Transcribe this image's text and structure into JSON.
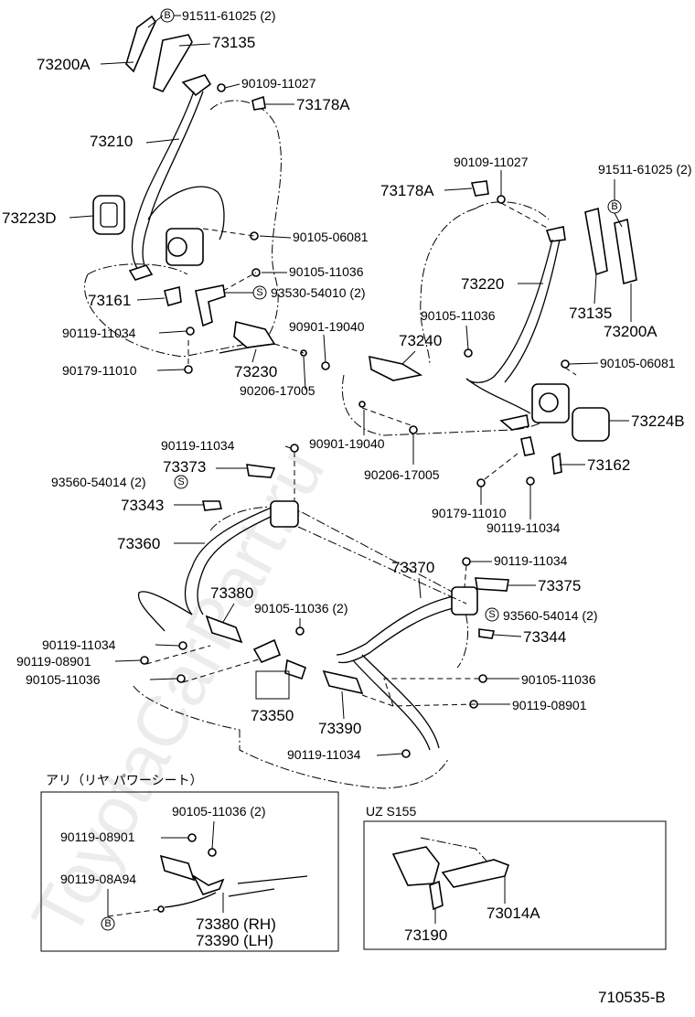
{
  "watermark": "ToyotaCarPart.ru",
  "diagram_code": "710535-B",
  "callouts": {
    "a_73200A": "73200A",
    "a_91511": "91511-61025 (2)",
    "a_91511_mark": "B",
    "a_73135": "73135",
    "a_90109": "90109-11027",
    "a_73178A": "73178A",
    "a_73210": "73210",
    "a_73223D": "73223D",
    "a_90105_06081": "90105-06081",
    "a_90105_11036": "90105-11036",
    "a_73161": "73161",
    "a_93530": "93530-54010 (2)",
    "a_93530_mark": "S",
    "a_90119_11034": "90119-11034",
    "a_90901": "90901-19040",
    "a_90179": "90179-11010",
    "a_73230": "73230",
    "a_90206": "90206-17005",
    "b_90109": "90109-11027",
    "b_91511": "91511-61025 (2)",
    "b_91511_mark": "B",
    "b_73178A": "73178A",
    "b_73220": "73220",
    "b_73135": "73135",
    "b_73200A": "73200A",
    "b_90105_11036": "90105-11036",
    "b_73240": "73240",
    "b_90105_06081": "90105-06081",
    "b_73224B": "73224B",
    "b_90901": "90901-19040",
    "b_90206": "90206-17005",
    "b_73162": "73162",
    "b_90179": "90179-11010",
    "b_90119_11034": "90119-11034",
    "c_90119_11034_top": "90119-11034",
    "c_73373": "73373",
    "c_93560": "93560-54014 (2)",
    "c_93560_mark": "S",
    "c_73343": "73343",
    "c_73360": "73360",
    "c_73380": "73380",
    "c_73370": "73370",
    "c_90119_11034_r": "90119-11034",
    "c_73375": "73375",
    "c_93560_r": "93560-54014 (2)",
    "c_93560_r_mark": "S",
    "c_90105_11036_2": "90105-11036 (2)",
    "c_90119_11034_l": "90119-11034",
    "c_73344": "73344",
    "c_90119_08901": "90119-08901",
    "c_90105_11036_l": "90105-11036",
    "c_90105_11036_r": "90105-11036",
    "c_73350": "73350",
    "c_90119_08901_r": "90119-08901",
    "c_73390": "73390",
    "c_90119_11034_b": "90119-11034"
  },
  "inset_power_seat": {
    "title": "アリ（リヤ パワーシート）",
    "l_90105": "90105-11036 (2)",
    "l_90119_08901": "90119-08901",
    "l_90119_08A94": "90119-08A94",
    "l_mark": "B",
    "l_73380": "73380 (RH)",
    "l_73390": "73390 (LH)"
  },
  "inset_uzs155": {
    "title": "UZ S155",
    "l_73190": "73190",
    "l_73014A": "73014A"
  }
}
